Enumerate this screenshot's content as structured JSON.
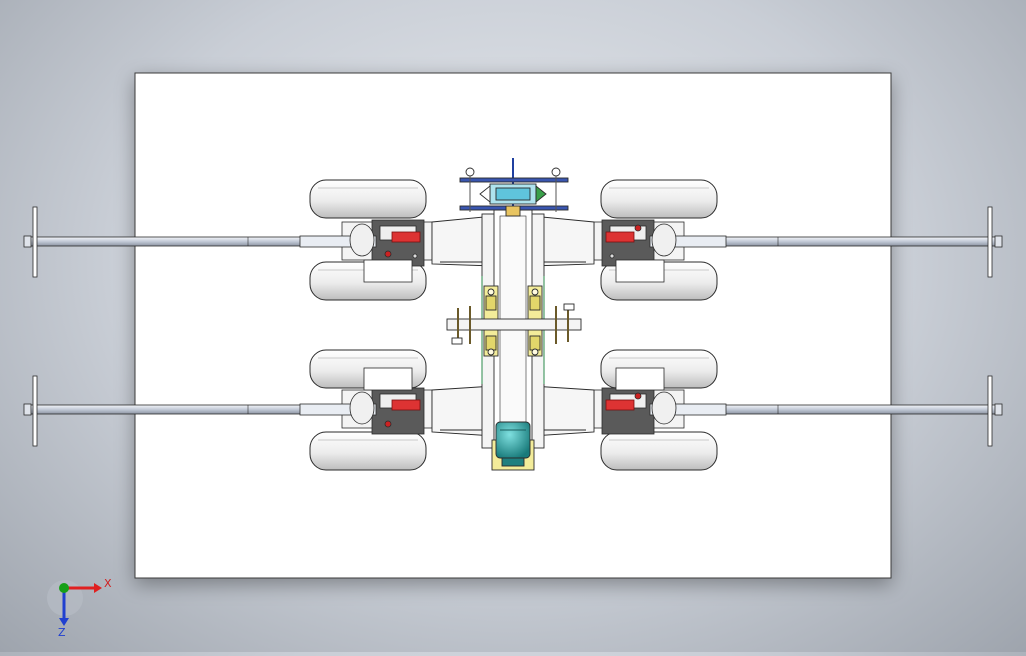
{
  "app": {
    "document_type": "cad-assembly-viewport"
  },
  "colors": {
    "sheet": "#ffffff",
    "outline": "#2b2b2b",
    "tire": "#eeeeee",
    "tire_shade": "#c8c8c8",
    "bar": "#c9d0dc",
    "frame": "#f2f2f2",
    "yellow": "#f3ec9a",
    "motor": "#2fa8a8",
    "hub": "#5a5a5a",
    "red": "#cc2222",
    "axis_x": "#e02020",
    "axis_y": "#18a018",
    "axis_z": "#2040d0"
  },
  "triad": {
    "x_label": "X",
    "z_label": "Z"
  }
}
